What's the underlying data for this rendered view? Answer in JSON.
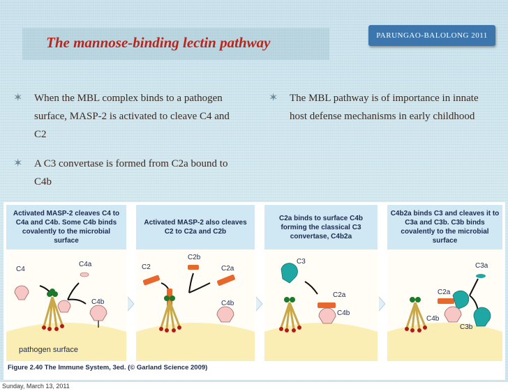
{
  "slide": {
    "title": "The mannose-binding lectin pathway",
    "author_badge": "PARUNGAO-BALOLONG 2011",
    "bullets_left": [
      "When the MBL complex binds to a pathogen surface, MASP-2 is activated to cleave C4 and C2",
      " A C3 convertase is formed from C2a bound to C4b"
    ],
    "bullets_right": [
      "The MBL pathway is of importance in innate host defense mechanisms in early childhood"
    ],
    "bullet_glyph": "✶"
  },
  "figure": {
    "panels": [
      {
        "heading": "Activated MASP-2 cleaves C4 to C4a and C4b. Some C4b binds covalently to the microbial surface",
        "labels": {
          "c4": "C4",
          "c4a": "C4a",
          "c4b": "C4b",
          "surface": "pathogen surface"
        }
      },
      {
        "heading": "Activated MASP-2 also cleaves C2 to C2a and C2b",
        "labels": {
          "c2": "C2",
          "c2b": "C2b",
          "c2a": "C2a",
          "c4b": "C4b"
        }
      },
      {
        "heading": "C2a binds to surface C4b forming the classical C3 convertase, C4b2a",
        "labels": {
          "c3": "C3",
          "c2a": "C2a",
          "c4b": "C4b"
        }
      },
      {
        "heading": "C4b2a binds C3 and cleaves it to C3a and C3b. C3b binds covalently to the microbial surface",
        "labels": {
          "c3a": "C3a",
          "c2a": "C2a",
          "c4b": "C4b",
          "c3b": "C3b"
        }
      }
    ],
    "caption": "Figure 2.40 The Immune System, 3ed. (© Garland Science 2009)",
    "colors": {
      "surface": "#fbeeb5",
      "c4": "#f6c7c4",
      "c2": "#e8672b",
      "c3": "#1fa8a3",
      "header": "#cfe8f3"
    }
  },
  "footer": {
    "date": "Sunday, March 13, 2011"
  }
}
